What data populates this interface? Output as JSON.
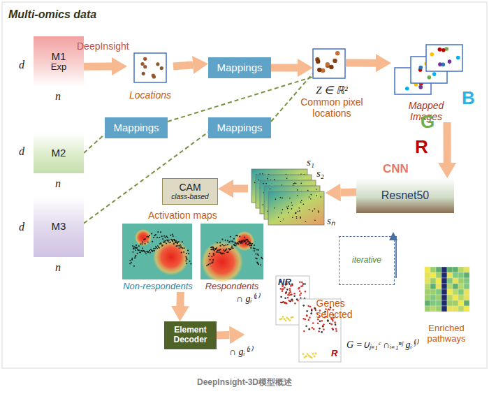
{
  "diagram": {
    "title": "Multi-omics data",
    "caption": "DeepInsight-3D模型概述",
    "nodes": [
      {
        "text": [
          "M1",
          "Exp"
        ]
      },
      {
        "text": [
          "M2"
        ]
      },
      {
        "text": [
          "M3"
        ]
      },
      {
        "text": [
          "Locations"
        ]
      },
      {
        "text": [
          "Mappings"
        ]
      },
      {
        "text": [
          "Mappings"
        ]
      },
      {
        "text": [
          "Mappings"
        ]
      },
      {
        "text": [
          "Z ∈ ℝ²",
          "Common pixel locations"
        ]
      },
      {
        "text": [
          "Mapped Images"
        ]
      },
      {
        "text": [
          "Resnet50"
        ]
      },
      {
        "text": [
          "s₁",
          "s₂",
          "sₙ"
        ]
      },
      {
        "text": [
          "CAM",
          "class-based"
        ]
      },
      {
        "text": [
          "Non-respondents"
        ]
      },
      {
        "text": [
          "Respondents"
        ]
      },
      {
        "text": [
          "Element Decoder"
        ]
      },
      {
        "text": [
          "Genes selected"
        ]
      },
      {
        "text": [
          "iterative"
        ]
      },
      {
        "text": [
          "Enriched pathways"
        ]
      }
    ],
    "edges": [
      {
        "from": 0,
        "to": 3,
        "arrow": "to",
        "label": "DeepInsight"
      },
      {
        "from": 3,
        "to": 4,
        "arrow": "to"
      },
      {
        "from": 4,
        "to": 7,
        "arrow": "to"
      },
      {
        "from": 1,
        "to": 5,
        "arrow": "none"
      },
      {
        "from": 5,
        "to": 7,
        "arrow": "none"
      },
      {
        "from": 2,
        "to": 6,
        "arrow": "none"
      },
      {
        "from": 6,
        "to": 7,
        "arrow": "none"
      },
      {
        "from": 7,
        "to": 8,
        "arrow": "to"
      },
      {
        "from": 8,
        "to": 9,
        "arrow": "to"
      },
      {
        "from": 9,
        "to": 10,
        "arrow": "to"
      },
      {
        "from": 10,
        "to": 11,
        "arrow": "to"
      },
      {
        "from": 12,
        "to": 14,
        "arrow": "to"
      },
      {
        "from": 14,
        "to": 15,
        "arrow": "to"
      }
    ],
    "labels": [
      "d",
      "n",
      "d",
      "n",
      "d",
      "n",
      "G",
      "B",
      "R",
      "CNN",
      "Activation maps",
      "∩ gᵢ⁽¹⁾",
      "∩ gᵢ⁽²⁾",
      "NR",
      "R",
      "G =∪ⱼ₌₁ᶜ ∩ᵢ₌₁ⁿʲ gᵢ⁽ʲ⁾"
    ]
  }
}
